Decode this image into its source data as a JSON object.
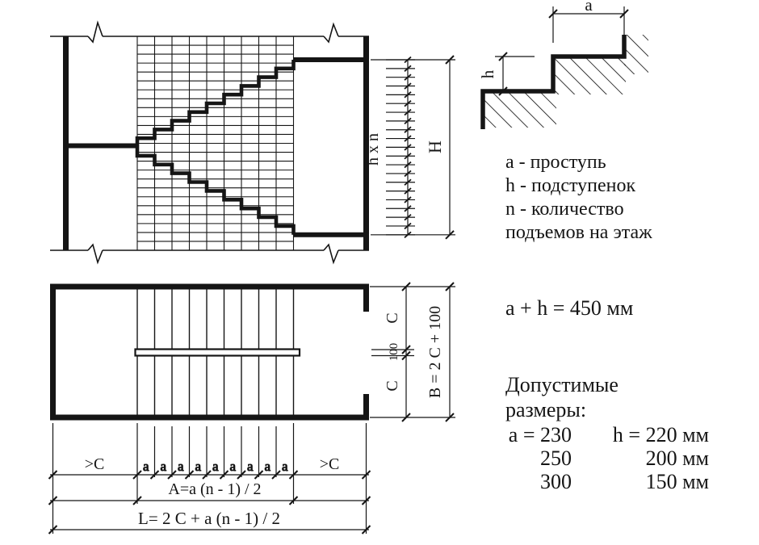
{
  "section_view": {
    "label_h_x_n": "h x n",
    "label_H": "H",
    "risers_per_flight": 10,
    "treads_per_flight": 9,
    "height_tick_count": 21
  },
  "step_detail": {
    "label_a": "a",
    "label_h": "h"
  },
  "legend": {
    "line1": "a - проступь",
    "line2": "h - подступенок",
    "line3": "n - количество",
    "line4": "подъемов на этаж"
  },
  "formula": "a + h = 450 мм",
  "allowed_sizes": {
    "title_line1": "Допустимые",
    "title_line2": "размеры:",
    "rows": [
      [
        "a = 230",
        "h = 220 мм"
      ],
      [
        "250",
        "200 мм"
      ],
      [
        "300",
        "150 мм"
      ]
    ]
  },
  "plan_view": {
    "tread_count": 9,
    "label_c_top": "C",
    "label_100": "100",
    "label_c_bottom": "C",
    "label_B": "B = 2 C + 100"
  },
  "dimension_chain": {
    "label_c_left": ">C",
    "a_labels": [
      "a",
      "a",
      "a",
      "a",
      "a",
      "a",
      "a",
      "a",
      "a"
    ],
    "label_c_right": ">C",
    "label_A": "A=a (n - 1) / 2",
    "label_L": "L= 2 C + a (n - 1) / 2"
  },
  "colors": {
    "line": "#151515",
    "background": "#ffffff"
  }
}
